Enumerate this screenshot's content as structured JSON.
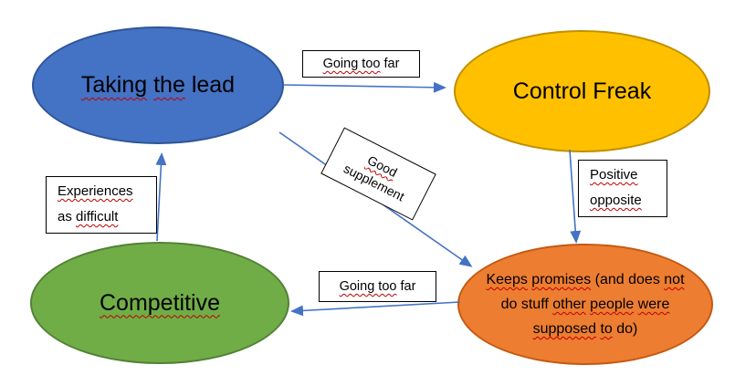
{
  "colors": {
    "arrow": "#4472C4",
    "flag_underline": "#C00000",
    "label_box_fill": "#FFFFFF",
    "label_box_border": "#000000",
    "background": "#FFFFFF"
  },
  "nodes": {
    "taking_lead": {
      "label": "Taking the lead",
      "fill": "#4472C4",
      "border": "#2F5597",
      "lines": [
        [
          {
            "t": "Taking",
            "f": true
          },
          {
            "t": " ",
            "f": false
          },
          {
            "t": "the",
            "f": true
          },
          {
            "t": " lead",
            "f": false
          }
        ]
      ]
    },
    "control_freak": {
      "label": "Control Freak",
      "fill": "#FFC000",
      "border": "#BF9000",
      "lines": [
        [
          {
            "t": "Control Freak",
            "f": false
          }
        ]
      ]
    },
    "competitive": {
      "label": "Competitive",
      "fill": "#70AD47",
      "border": "#538135",
      "lines": [
        [
          {
            "t": "Competitive",
            "f": true
          }
        ]
      ]
    },
    "keeps_promises": {
      "label": "Keeps promises (and does not do stuff other people were supposed to do)",
      "fill": "#ED7D31",
      "border": "#C55A11",
      "lines": [
        [
          {
            "t": "Keeps",
            "f": true
          },
          {
            "t": " ",
            "f": false
          },
          {
            "t": "promises",
            "f": true
          },
          {
            "t": " (and does ",
            "f": false
          },
          {
            "t": "not",
            "f": true
          }
        ],
        [
          {
            "t": "do stuff ",
            "f": false
          },
          {
            "t": "other",
            "f": true
          },
          {
            "t": " ",
            "f": false
          },
          {
            "t": "people",
            "f": true
          },
          {
            "t": " ",
            "f": false
          },
          {
            "t": "were",
            "f": true
          }
        ],
        [
          {
            "t": "supposed",
            "f": true
          },
          {
            "t": " ",
            "f": false
          },
          {
            "t": "to",
            "f": true
          },
          {
            "t": " do)",
            "f": false
          }
        ]
      ]
    }
  },
  "edge_labels": {
    "going_too_far_top": {
      "label": "Going too far",
      "lines": [
        [
          {
            "t": "Going too",
            "f": true
          },
          {
            "t": " far",
            "f": false
          }
        ]
      ]
    },
    "good_supplement": {
      "label": "Good supplement",
      "lines": [
        [
          {
            "t": "Good",
            "f": true
          }
        ],
        [
          {
            "t": "supplement",
            "f": false
          }
        ]
      ]
    },
    "positive_opposite": {
      "label": "Positive opposite",
      "lines": [
        [
          {
            "t": "Positive",
            "f": true
          }
        ],
        [
          {
            "t": "opposite",
            "f": true
          }
        ]
      ]
    },
    "experiences_as_difficult": {
      "label": "Experiences as difficult",
      "lines": [
        [
          {
            "t": "Experiences",
            "f": true
          }
        ],
        [
          {
            "t": "as ",
            "f": false
          },
          {
            "t": "difficult",
            "f": true
          }
        ]
      ]
    },
    "going_too_far_bottom": {
      "label": "Going too far",
      "lines": [
        [
          {
            "t": "Going too",
            "f": true
          },
          {
            "t": " far",
            "f": false
          }
        ]
      ]
    }
  },
  "arrows": [
    {
      "from": "Taking the lead",
      "to": "Control Freak",
      "label": "Going too far"
    },
    {
      "from": "Taking the lead",
      "to": "Keeps promises (and does not do stuff other people were supposed to do)",
      "label": "Good supplement"
    },
    {
      "from": "Control Freak",
      "to": "Keeps promises (and does not do stuff other people were supposed to do)",
      "label": "Positive opposite"
    },
    {
      "from": "Keeps promises (and does not do stuff other people were supposed to do)",
      "to": "Competitive",
      "label": "Going too far"
    },
    {
      "from": "Competitive",
      "to": "Taking the lead",
      "label": "Experiences as difficult"
    }
  ]
}
